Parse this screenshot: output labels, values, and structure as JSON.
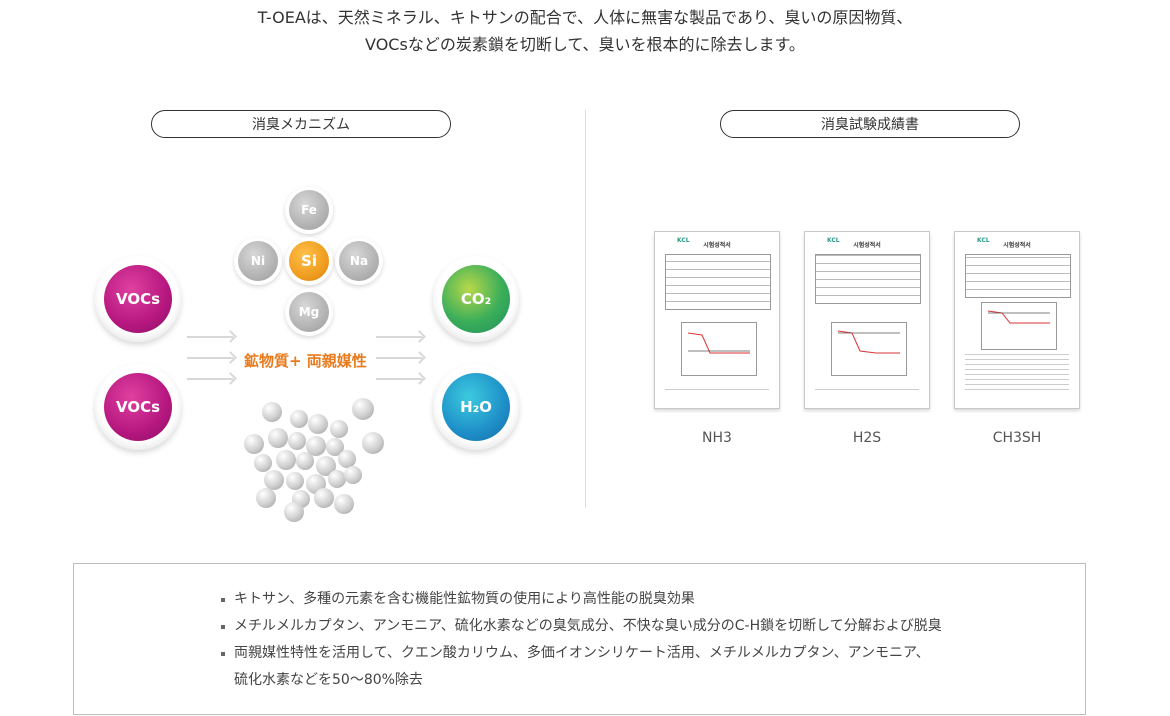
{
  "intro": {
    "line1": "T-OEAは、天然ミネラル、キトサンの配合で、人体に無害な製品であり、臭いの原因物質、",
    "line2": "VOCsなどの炭素鎖を切断して、臭いを根本的に除去します。"
  },
  "left_panel": {
    "title": "消臭メカニズム",
    "input_molecules": [
      "VOCs",
      "VOCs"
    ],
    "elements": {
      "top": "Fe",
      "left": "Ni",
      "center": "Si",
      "right": "Na",
      "bottom": "Mg"
    },
    "mineral_label": "鉱物質+ 両親媒性",
    "output_molecules": {
      "co2": "CO₂",
      "h2o": "H₂O"
    }
  },
  "right_panel": {
    "title": "消臭試験成績書",
    "reports": [
      {
        "label": "NH3",
        "doc_title": "시험성적서"
      },
      {
        "label": "H2S",
        "doc_title": "시험성적서"
      },
      {
        "label": "CH3SH",
        "doc_title": "시험성적서"
      }
    ]
  },
  "features": {
    "items": [
      "キトサン、多種の元素を含む機能性鉱物質の使用により高性能の脱臭効果",
      "メチルメルカプタン、アンモニア、硫化水素などの臭気成分、不快な臭い成分のC-H鎖を切断して分解および脱臭",
      "両親媒性特性を活用して、クエン酸カリウム、多価イオンシリケート活用、メチルメルカプタン、アンモニア、"
    ],
    "continuation": "硫化水素などを50〜80%除去"
  },
  "colors": {
    "vocs": "#b5177f",
    "co2": "#3aae5a",
    "h2o": "#1e8fc8",
    "si": "#ee9a1c",
    "mineral_text": "#e87b1e"
  }
}
